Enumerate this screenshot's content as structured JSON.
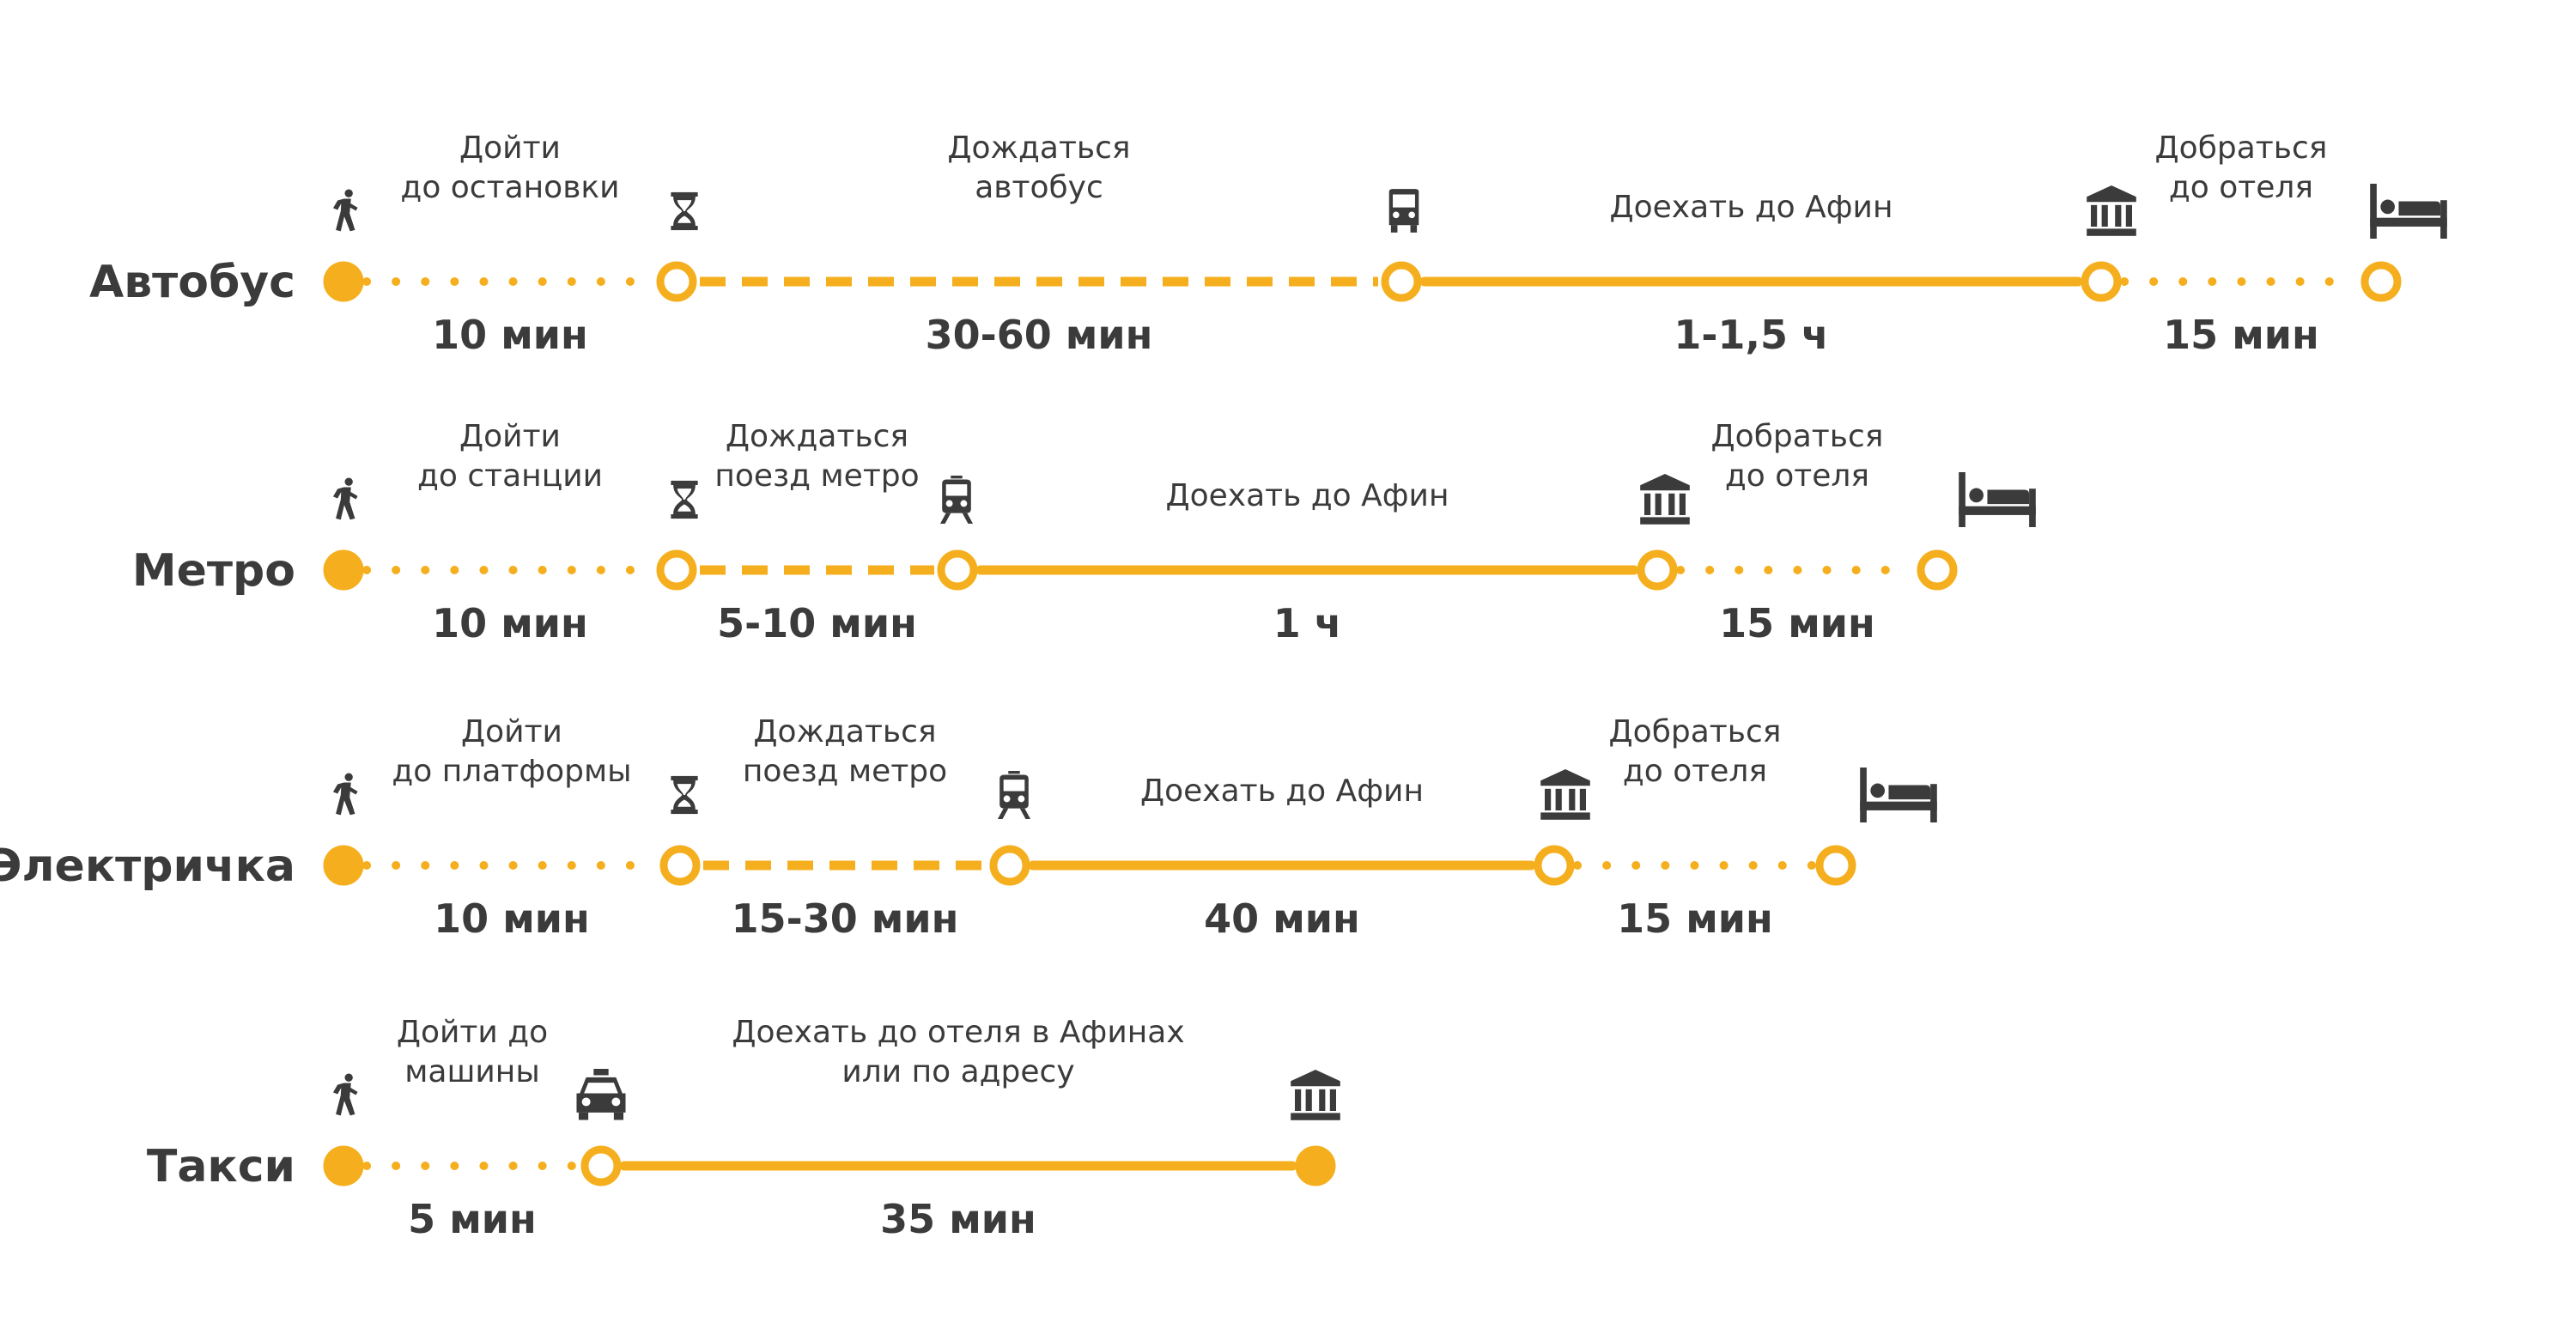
{
  "colors": {
    "accent": "#F5AF1E",
    "text": "#3b3b3b",
    "icon": "#3b3b3b"
  },
  "routes": [
    {
      "mode": "Автобус",
      "segments": [
        {
          "kind": "walk",
          "icon": "walking-person-icon",
          "label": [
            "Дойти",
            "до остановки"
          ],
          "duration": "10 мин"
        },
        {
          "kind": "wait",
          "icon": "hourglass-icon",
          "label": [
            "Дождаться",
            "автобус"
          ],
          "duration": "30-60 мин"
        },
        {
          "kind": "ride",
          "icon": "bus-icon",
          "label": [
            "Доехать до Афин"
          ],
          "duration": "1-1,5 ч"
        },
        {
          "kind": "walk",
          "icon": "museum-icon",
          "label": [
            "Добраться",
            "до отеля"
          ],
          "duration": "15 мин"
        }
      ],
      "end_icon": "bed-icon"
    },
    {
      "mode": "Метро",
      "segments": [
        {
          "kind": "walk",
          "icon": "walking-person-icon",
          "label": [
            "Дойти",
            "до станции"
          ],
          "duration": "10 мин"
        },
        {
          "kind": "wait",
          "icon": "hourglass-icon",
          "label": [
            "Дождаться",
            "поезд метро"
          ],
          "duration": "5-10 мин"
        },
        {
          "kind": "ride",
          "icon": "train-icon",
          "label": [
            "Доехать до Афин"
          ],
          "duration": "1 ч"
        },
        {
          "kind": "walk",
          "icon": "museum-icon",
          "label": [
            "Добраться",
            "до отеля"
          ],
          "duration": "15 мин"
        }
      ],
      "end_icon": "bed-icon"
    },
    {
      "mode": "Электричка",
      "segments": [
        {
          "kind": "walk",
          "icon": "walking-person-icon",
          "label": [
            "Дойти",
            "до платформы"
          ],
          "duration": "10 мин"
        },
        {
          "kind": "wait",
          "icon": "hourglass-icon",
          "label": [
            "Дождаться",
            "поезд метро"
          ],
          "duration": "15-30 мин"
        },
        {
          "kind": "ride",
          "icon": "train-icon",
          "label": [
            "Доехать до Афин"
          ],
          "duration": "40 мин"
        },
        {
          "kind": "walk",
          "icon": "museum-icon",
          "label": [
            "Добраться",
            "до отеля"
          ],
          "duration": "15 мин"
        }
      ],
      "end_icon": "bed-icon"
    },
    {
      "mode": "Такси",
      "segments": [
        {
          "kind": "walk",
          "icon": "walking-person-icon",
          "label": [
            "Дойти до",
            "машины"
          ],
          "duration": "5 мин"
        },
        {
          "kind": "ride",
          "icon": "taxi-icon",
          "label": [
            "Доехать до отеля в Афинах",
            "или по адресу"
          ],
          "duration": "35 мин"
        }
      ],
      "end_icon": "museum-icon",
      "end_filled": true
    }
  ]
}
